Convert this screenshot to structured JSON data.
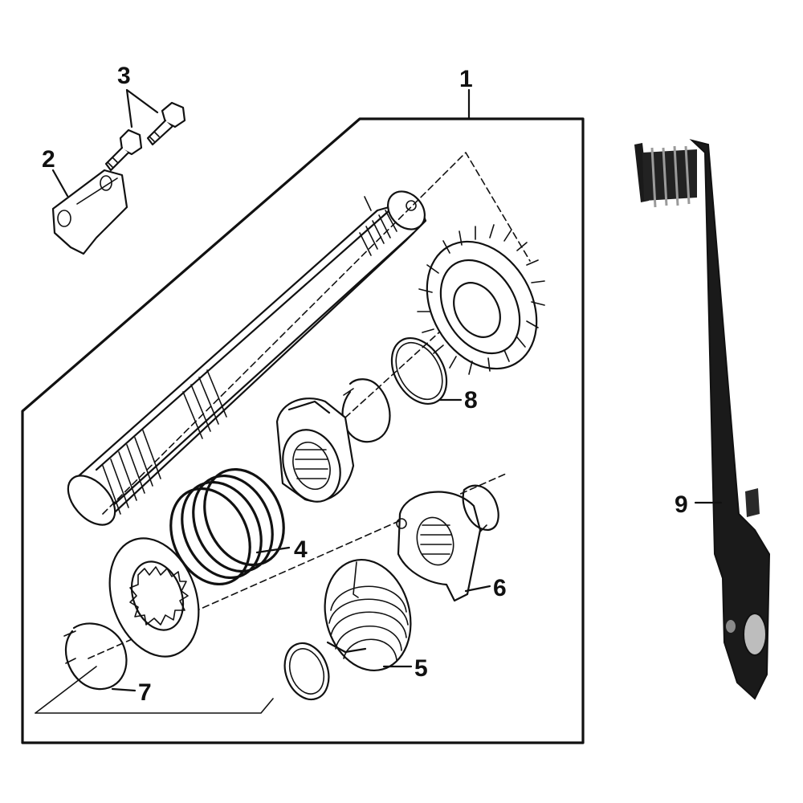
{
  "callouts": {
    "c1": "1",
    "c2": "2",
    "c3": "3",
    "c4": "4",
    "c5": "5",
    "c6": "6",
    "c7": "7",
    "c8": "8",
    "c9": "9"
  },
  "colors": {
    "ink": "#111111",
    "paper": "#ffffff",
    "lever": "#1a1a1a"
  }
}
